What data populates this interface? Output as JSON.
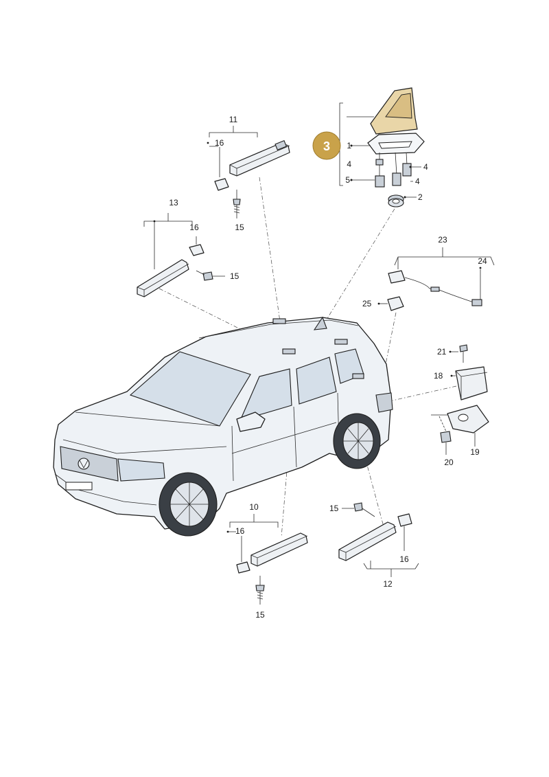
{
  "diagram": {
    "highlight_callout": "3",
    "highlight_color": "#c9a24a",
    "labels": {
      "l1": "1",
      "l2": "2",
      "l4a": "4",
      "l4b": "4",
      "l4c": "4",
      "l5": "5",
      "l10": "10",
      "l11": "11",
      "l12": "12",
      "l13": "13",
      "l15a": "15",
      "l15b": "15",
      "l15c": "15",
      "l15d": "15",
      "l16a": "16",
      "l16b": "16",
      "l16c": "16",
      "l16d": "16",
      "l18": "18",
      "l19": "19",
      "l20": "20",
      "l21": "21",
      "l23": "23",
      "l24": "24",
      "l25": "25"
    }
  }
}
